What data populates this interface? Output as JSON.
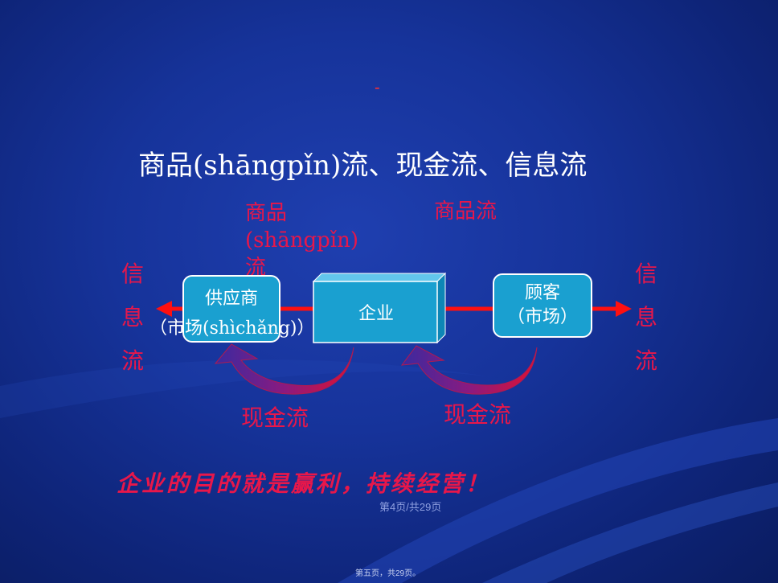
{
  "slide": {
    "dash": "-",
    "title": "商品(shāngpǐn)流、现金流、信息流",
    "goods_flow_left": "商品(shāngpǐn)流",
    "goods_flow_right": "商品流",
    "info_flow_left": [
      "信",
      "息",
      "流"
    ],
    "info_flow_right": [
      "信",
      "息",
      "流"
    ],
    "supplier": "供应商",
    "supplier_market": "（市场(shìchǎng)）",
    "company": "企业",
    "customer_line1": "顾客",
    "customer_line2": "（市场）",
    "cash_flow_left": "现金流",
    "cash_flow_right": "现金流",
    "slogan": "企业的目的就是赢利，持续经营！",
    "page_indicator": "第4页/共29页",
    "footer": "第五页，共29页。"
  },
  "colors": {
    "accent_red": "#e8174a",
    "box_fill": "#1aa0d0",
    "arrow_red": "#ff0000"
  }
}
